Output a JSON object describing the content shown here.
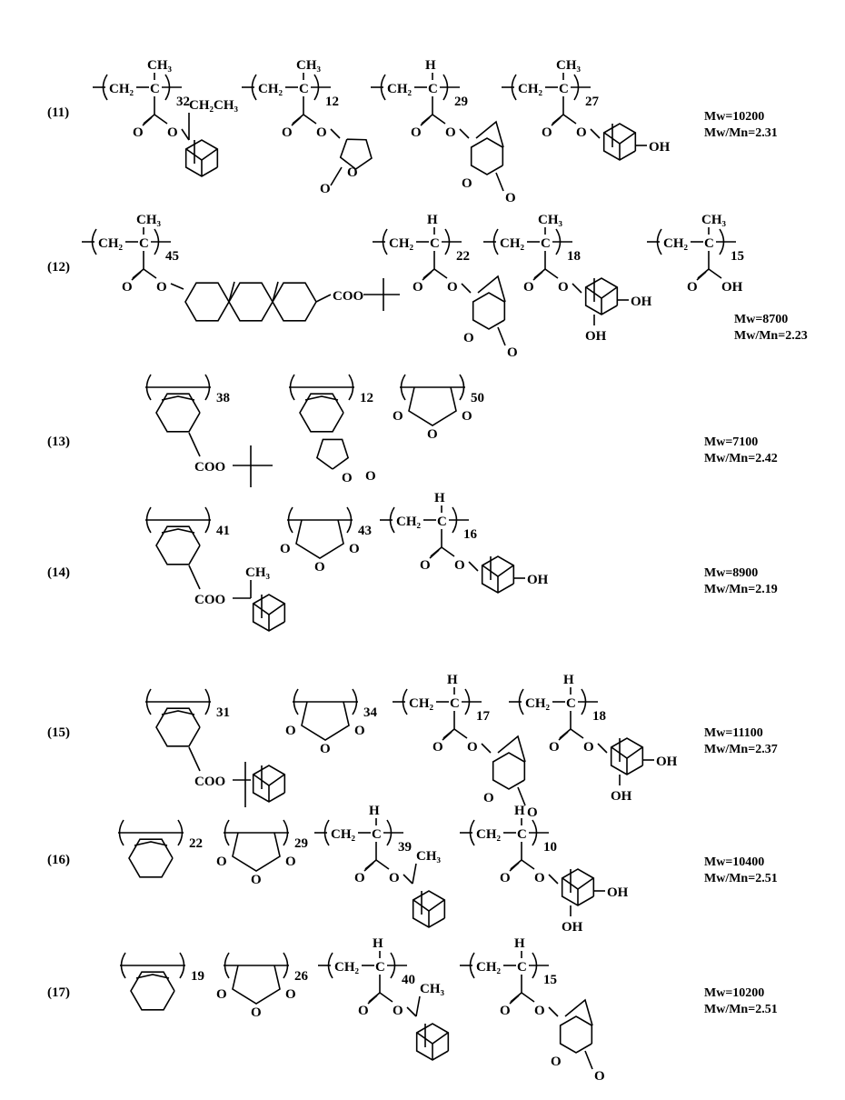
{
  "rows": [
    {
      "label": "(11)",
      "mw": "Mw=10200",
      "ratio": "Mw/Mn=2.31",
      "units": [
        {
          "type": "acryl",
          "alpha": "CH₃",
          "backbone": "CH₂",
          "n": "32",
          "co": "O",
          "eo": "O",
          "pendant": "etadm",
          "pt": [
            "CH₂CH₃"
          ]
        },
        {
          "type": "acryl",
          "alpha": "CH₃",
          "backbone": "CH₂",
          "n": "12",
          "co": "O",
          "eo": "O",
          "pendant": "gbl",
          "pt": [
            "O",
            "O"
          ]
        },
        {
          "type": "acryl",
          "alpha": "H",
          "backbone": "CH₂",
          "n": "29",
          "co": "O",
          "eo": "O",
          "pendant": "nbl",
          "pt": [
            "O",
            "O"
          ]
        },
        {
          "type": "acryl",
          "alpha": "CH₃",
          "backbone": "CH₂",
          "n": "27",
          "co": "O",
          "eo": "O",
          "pendant": "hadm",
          "pt": [
            "OH"
          ]
        }
      ]
    },
    {
      "label": "(12)",
      "mw": "Mw=8700",
      "ratio": "Mw/Mn=2.23",
      "units": [
        {
          "type": "acryl",
          "alpha": "CH₃",
          "backbone": "CH₂",
          "n": "45",
          "co": "O",
          "eo": "O",
          "pendant": "poly",
          "pt": [
            "COO"
          ]
        },
        {
          "type": "acryl",
          "alpha": "H",
          "backbone": "CH₂",
          "n": "22",
          "co": "O",
          "eo": "O",
          "pendant": "nbl",
          "pt": [
            "O",
            "O"
          ]
        },
        {
          "type": "acryl",
          "alpha": "CH₃",
          "backbone": "CH₂",
          "n": "18",
          "co": "O",
          "eo": "O",
          "pendant": "dhadm",
          "pt": [
            "OH",
            "OH"
          ]
        },
        {
          "type": "acryl",
          "alpha": "CH₃",
          "backbone": "CH₂",
          "n": "15",
          "co": "O",
          "eo": "OH",
          "pendant": "none",
          "pt": []
        }
      ]
    },
    {
      "label": "(13)",
      "mw": "Mw=7100",
      "ratio": "Mw/Mn=2.42",
      "units": [
        {
          "type": "norb",
          "n": "38",
          "sub": "coo_tbu",
          "pt": [
            "COO"
          ]
        },
        {
          "type": "norb",
          "n": "12",
          "sub": "lactone",
          "pt": [
            "O"
          ]
        },
        {
          "type": "maleic",
          "n": "50",
          "pt": [
            "O",
            "O",
            "O"
          ]
        }
      ]
    },
    {
      "label": "(14)",
      "mw": "Mw=8900",
      "ratio": "Mw/Mn=2.19",
      "units": [
        {
          "type": "norb",
          "n": "41",
          "sub": "coo_madm",
          "pt": [
            "COO",
            "CH₃"
          ]
        },
        {
          "type": "maleic",
          "n": "43",
          "pt": [
            "O",
            "O",
            "O"
          ]
        },
        {
          "type": "acryl",
          "alpha": "H",
          "backbone": "CH₂",
          "n": "16",
          "co": "O",
          "eo": "O",
          "pendant": "hadm",
          "pt": [
            "OH"
          ]
        }
      ]
    },
    {
      "label": "(15)",
      "mw": "Mw=11100",
      "ratio": "Mw/Mn=2.37",
      "units": [
        {
          "type": "norb",
          "n": "31",
          "sub": "coo_adm",
          "pt": [
            "COO"
          ]
        },
        {
          "type": "maleic",
          "n": "34",
          "pt": [
            "O",
            "O",
            "O"
          ]
        },
        {
          "type": "acryl",
          "alpha": "H",
          "backbone": "CH₂",
          "n": "17",
          "co": "O",
          "eo": "O",
          "pendant": "nbl",
          "pt": [
            "O",
            "O"
          ]
        },
        {
          "type": "acryl",
          "alpha": "H",
          "backbone": "CH₂",
          "n": "18",
          "co": "O",
          "eo": "O",
          "pendant": "dhadm",
          "pt": [
            "OH",
            "OH"
          ]
        }
      ]
    },
    {
      "label": "(16)",
      "mw": "Mw=10400",
      "ratio": "Mw/Mn=2.51",
      "units": [
        {
          "type": "norb",
          "n": "22",
          "sub": "none",
          "pt": []
        },
        {
          "type": "maleic",
          "n": "29",
          "pt": [
            "O",
            "O",
            "O"
          ]
        },
        {
          "type": "acryl",
          "alpha": "H",
          "backbone": "CH₂",
          "n": "39",
          "co": "O",
          "eo": "O",
          "pendant": "madm",
          "pt": [
            "CH₃"
          ]
        },
        {
          "type": "acryl",
          "alpha": "H",
          "backbone": "CH₂",
          "n": "10",
          "co": "O",
          "eo": "O",
          "pendant": "dhadm",
          "pt": [
            "OH",
            "OH"
          ]
        }
      ]
    },
    {
      "label": "(17)",
      "mw": "Mw=10200",
      "ratio": "Mw/Mn=2.51",
      "units": [
        {
          "type": "norb",
          "n": "19",
          "sub": "none",
          "pt": []
        },
        {
          "type": "maleic",
          "n": "26",
          "pt": [
            "O",
            "O",
            "O"
          ]
        },
        {
          "type": "acryl",
          "alpha": "H",
          "backbone": "CH₂",
          "n": "40",
          "co": "O",
          "eo": "O",
          "pendant": "madm",
          "pt": [
            "CH₃"
          ]
        },
        {
          "type": "acryl",
          "alpha": "H",
          "backbone": "CH₂",
          "n": "15",
          "co": "O",
          "eo": "O",
          "pendant": "nbl",
          "pt": [
            "O",
            "O"
          ]
        }
      ]
    }
  ]
}
